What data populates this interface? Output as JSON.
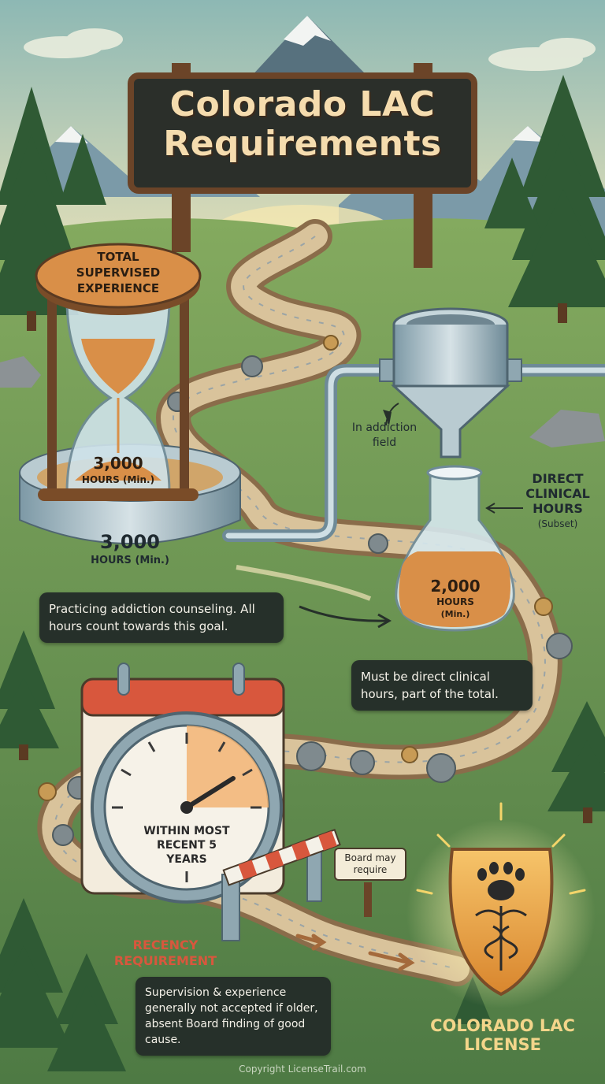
{
  "title": "Colorado LAC Requirements",
  "hourglass": {
    "cap_label": "TOTAL SUPERVISED EXPERIENCE",
    "inner_value": "3,000",
    "inner_unit": "HOURS (Min.)",
    "base_value": "3,000",
    "base_unit": "HOURS (Min.)"
  },
  "filter_note": "In addiction field",
  "flask": {
    "side_label": "DIRECT CLINICAL HOURS",
    "side_sub": "(Subset)",
    "value": "2,000",
    "unit": "HOURS",
    "unit_sub": "(Min.)"
  },
  "callouts": {
    "practicing": "Practicing addiction counseling. All hours count towards this goal.",
    "direct": "Must be direct clinical hours, part of the total.",
    "supervision": "Supervision & experience generally not accepted if older, absent Board finding of good cause."
  },
  "clock": {
    "face_text": "WITHIN MOST RECENT 5 YEARS",
    "requirement_label": "RECENCY REQUIREMENT"
  },
  "board_sign": "Board may require",
  "license": {
    "label": "COLORADO LAC LICENSE"
  },
  "copyright": "Copyright LicenseTrail.com",
  "colors": {
    "sky": "#a9c9c6",
    "grass": "#6f9a57",
    "wood": "#5a3a22",
    "amber": "#d68a43",
    "callout_bg": "#26302a",
    "badge": "#e9a84a"
  }
}
